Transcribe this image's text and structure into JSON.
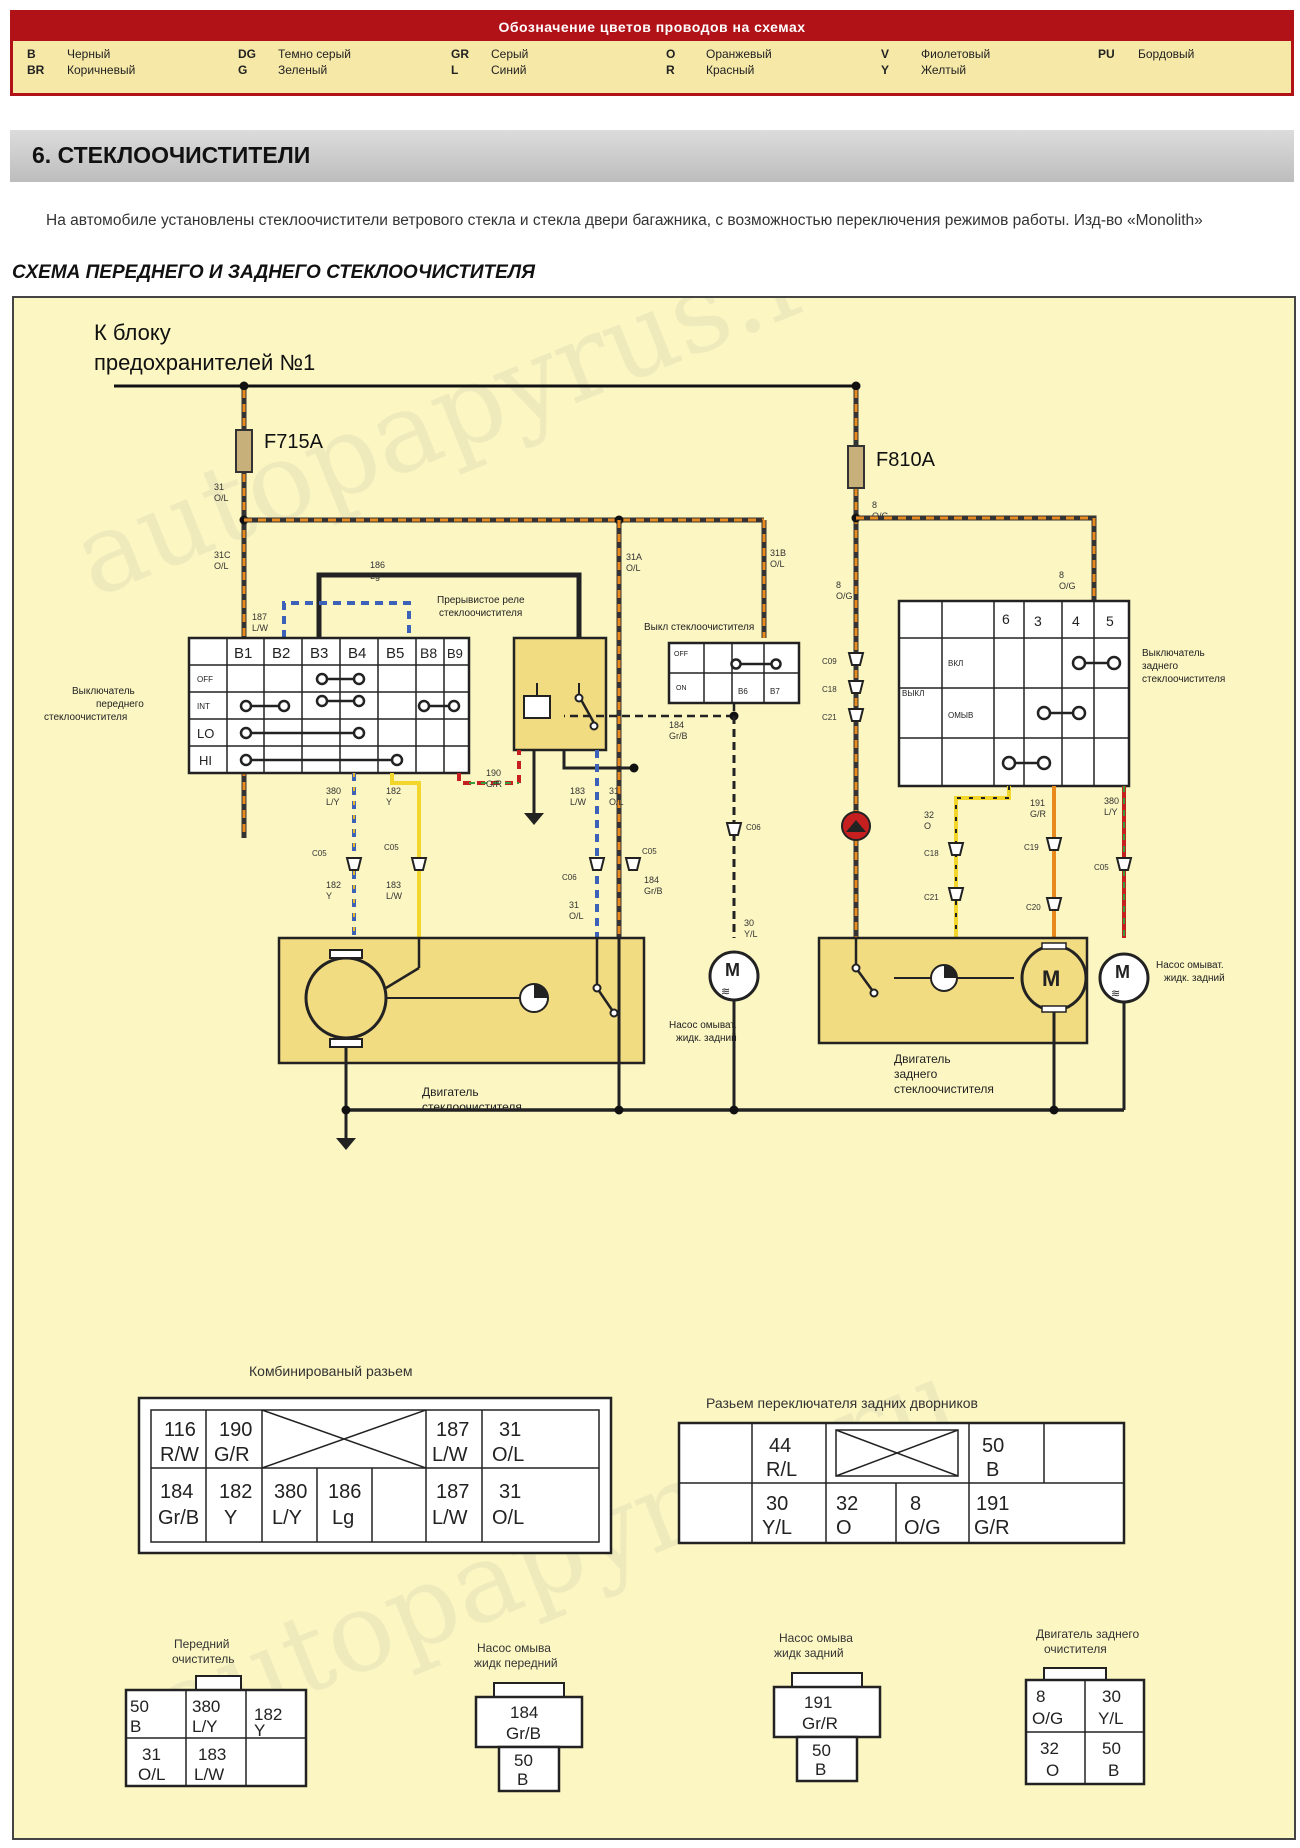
{
  "legend": {
    "title": "Обозначение цветов проводов на схемах",
    "items": [
      {
        "code": "B",
        "name": "Черный"
      },
      {
        "code": "BR",
        "name": "Коричневый"
      },
      {
        "code": "DG",
        "name": "Темно серый"
      },
      {
        "code": "G",
        "name": "Зеленый"
      },
      {
        "code": "GR",
        "name": "Серый"
      },
      {
        "code": "L",
        "name": "Синий"
      },
      {
        "code": "O",
        "name": "Оранжевый"
      },
      {
        "code": "R",
        "name": "Красный"
      },
      {
        "code": "V",
        "name": "Фиолетовый"
      },
      {
        "code": "Y",
        "name": "Желтый"
      },
      {
        "code": "PU",
        "name": "Бордовый"
      }
    ]
  },
  "section": {
    "title": "6.  СТЕКЛООЧИСТИТЕЛИ"
  },
  "intro": "На автомобиле установлены стеклоочистители ветрового стекла и стекла двери багажника, с возможностью переключения режимов работы. Изд-во «Monolith»",
  "subtitle": "СХЕМА ПЕРЕДНЕГО И ЗАДНЕГО СТЕКЛООЧИСТИТЕЛЯ",
  "watermark": "autopapyrus.ru",
  "diagram": {
    "source_label": [
      "К блоку",
      "предохранителей №1"
    ],
    "fuses": [
      "F715A",
      "F810A"
    ],
    "wire_labels": [
      {
        "id": "w31",
        "lines": [
          "31",
          "O/L"
        ]
      },
      {
        "id": "w31c",
        "lines": [
          "31C",
          "O/L"
        ]
      },
      {
        "id": "w186",
        "lines": [
          "186",
          "Lg"
        ]
      },
      {
        "id": "w187",
        "lines": [
          "187",
          "L/W"
        ]
      },
      {
        "id": "w31a",
        "lines": [
          "31A",
          "O/L"
        ]
      },
      {
        "id": "w31b",
        "lines": [
          "31B",
          "O/L"
        ]
      },
      {
        "id": "w8a",
        "lines": [
          "8",
          "O/G"
        ]
      },
      {
        "id": "w8b",
        "lines": [
          "8",
          "O/G"
        ]
      },
      {
        "id": "w8c",
        "lines": [
          "8",
          "O/G"
        ]
      },
      {
        "id": "w184",
        "lines": [
          "184",
          "Gr/B"
        ]
      },
      {
        "id": "w190",
        "lines": [
          "190",
          "G/R"
        ]
      },
      {
        "id": "w380",
        "lines": [
          "380",
          "L/Y"
        ]
      },
      {
        "id": "w182",
        "lines": [
          "182",
          "Y"
        ]
      },
      {
        "id": "w183",
        "lines": [
          "183",
          "L/W"
        ]
      },
      {
        "id": "w31d",
        "lines": [
          "31",
          "O/L"
        ]
      },
      {
        "id": "w30",
        "lines": [
          "30",
          "Y/L"
        ]
      },
      {
        "id": "w32",
        "lines": [
          "32",
          "O"
        ]
      },
      {
        "id": "w191",
        "lines": [
          "191",
          "G/R"
        ]
      },
      {
        "id": "w380b",
        "lines": [
          "380",
          "L/Y"
        ]
      },
      {
        "id": "w182b",
        "lines": [
          "182",
          "Y"
        ]
      },
      {
        "id": "w183b",
        "lines": [
          "183",
          "L/W"
        ]
      },
      {
        "id": "w31e",
        "lines": [
          "31",
          "O/L"
        ]
      },
      {
        "id": "w184b",
        "lines": [
          "184",
          "Gr/B"
        ]
      }
    ],
    "front_switch": {
      "label": [
        "Выключатель",
        "переднего",
        "стеклоочистителя"
      ],
      "pins": [
        "B1",
        "B2",
        "B3",
        "B4",
        "B5",
        "B8",
        "B9"
      ],
      "modes": [
        "HI",
        "LO",
        "INT",
        "OFF"
      ]
    },
    "relay_label": [
      "Прерывистое реле",
      "стеклоочистителя"
    ],
    "washer_switch_label": "Выкл стеклоочистителя",
    "washer_switch_cells": [
      "OFF",
      "ON",
      "B6",
      "B7"
    ],
    "rear_switch": {
      "label": [
        "Выключатель",
        "заднего",
        "стеклоочистителя"
      ],
      "pins": [
        "6",
        "3",
        "4",
        "5"
      ],
      "modes": [
        "ВЫКЛ",
        "ВКЛ",
        "ОМЫВ"
      ]
    },
    "connectors": [
      "C09",
      "C18",
      "C21",
      "C05",
      "C05",
      "C06",
      "C05",
      "C19",
      "C20",
      "C18",
      "C21",
      "C05",
      "C06"
    ],
    "front_motor_label": [
      "Двигатель",
      "стеклоочистителя"
    ],
    "front_pump_label": [
      "Насос омыват.",
      "жидк. задний"
    ],
    "rear_motor_label": [
      "Двигатель",
      "заднего",
      "стеклоочистителя"
    ],
    "rear_pump_label": [
      "Насос омыват.",
      "жидк. задний"
    ],
    "motor_letter": "M"
  },
  "combined_connector": {
    "title": "Комбинированый разьем",
    "top": [
      [
        "116",
        "R/W"
      ],
      [
        "190",
        "G/R"
      ],
      null,
      [
        "187",
        "L/W"
      ],
      [
        "31",
        "O/L"
      ]
    ],
    "bottom": [
      [
        "184",
        "Gr/B"
      ],
      [
        "182",
        "Y"
      ],
      [
        "380",
        "L/Y"
      ],
      [
        "186",
        "Lg"
      ],
      [
        "187",
        "L/W"
      ],
      [
        "31",
        "O/L"
      ]
    ]
  },
  "rear_switch_connector": {
    "title": "Разьем переключателя задних дворников",
    "top": [
      [
        "44",
        "R/L"
      ],
      null,
      [
        "50",
        "B"
      ],
      [
        "",
        ""
      ]
    ],
    "bottom": [
      [
        "30",
        "Y/L"
      ],
      [
        "32",
        "O"
      ],
      [
        "8",
        "O/G"
      ],
      [
        "191",
        "G/R"
      ]
    ]
  },
  "small_connectors": [
    {
      "title": [
        "Передний",
        "очиститель"
      ],
      "cells": [
        [
          "50",
          "B"
        ],
        [
          "380",
          "L/Y"
        ],
        [
          "182",
          "Y"
        ],
        [
          "31",
          "O/L"
        ],
        [
          "183",
          "L/W"
        ],
        [
          "",
          ""
        ]
      ]
    },
    {
      "title": [
        "Насос омыва",
        "жидк передний"
      ],
      "cells": [
        [
          "184",
          "Gr/B"
        ],
        [
          "50",
          "B"
        ]
      ]
    },
    {
      "title": [
        "Насос омыва",
        "жидк задний"
      ],
      "cells": [
        [
          "191",
          "Gr/R"
        ],
        [
          "50",
          "B"
        ]
      ]
    },
    {
      "title": [
        "Двигатель заднего",
        "очистителя"
      ],
      "cells": [
        [
          "8",
          "O/G"
        ],
        [
          "30",
          "Y/L"
        ],
        [
          "32",
          "O"
        ],
        [
          "50",
          "B"
        ]
      ]
    }
  ],
  "colors": {
    "frame_red": "#b01218",
    "legend_bg": "#f6e9a8",
    "panel_bg": "#fbf6c2",
    "wire_orange": "#e88a1d",
    "wire_yellow": "#f2d62c",
    "wire_blue": "#3b62b8",
    "wire_red": "#c51f1f",
    "wire_green": "#3a9b3a",
    "component_fill": "#f2dc82"
  }
}
